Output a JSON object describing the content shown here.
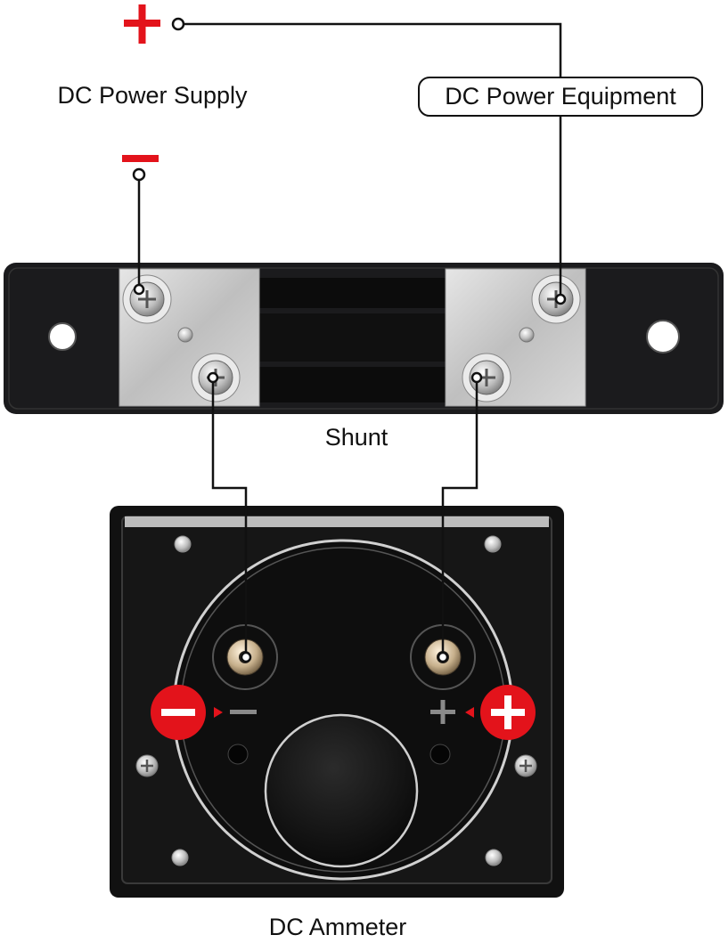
{
  "labels": {
    "power_supply": "DC Power Supply",
    "power_equipment": "DC Power Equipment",
    "shunt": "Shunt",
    "ammeter": "DC Ammeter"
  },
  "colors": {
    "polarity_red": "#e3131b",
    "wire": "#111111",
    "shunt_body": "#1c1c1e",
    "terminal_plate": "#c9c9c9",
    "meter_body": "#141414"
  },
  "icons": [
    "plus-sign-icon",
    "minus-sign-icon",
    "screw-icon",
    "binding-post-icon",
    "polarity-badge-minus-icon",
    "polarity-badge-plus-icon"
  ]
}
